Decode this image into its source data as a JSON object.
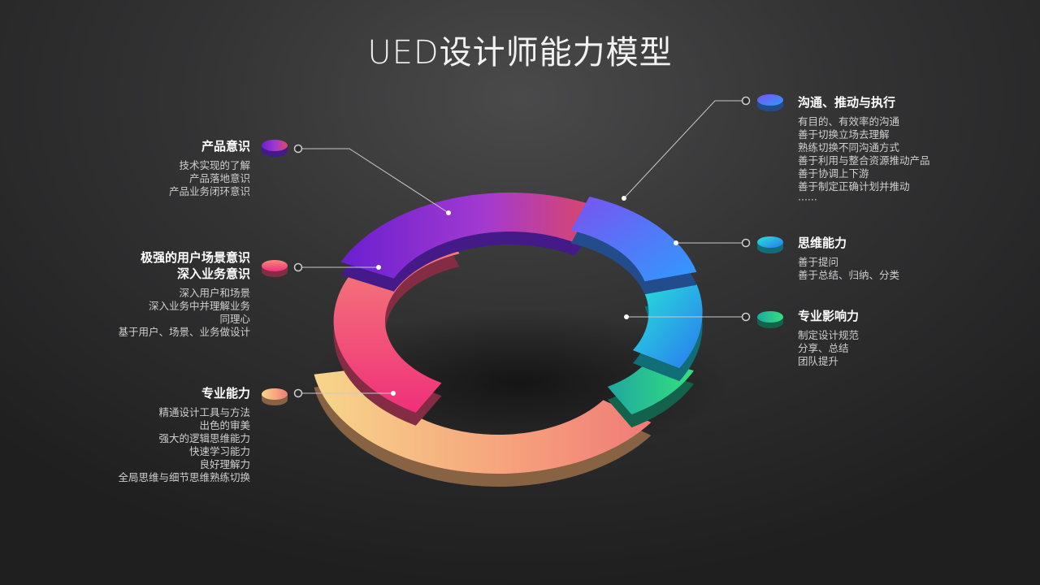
{
  "title": "UED设计师能力模型",
  "colors": {
    "purple": "#7b2ff7",
    "blue": "#3d8bfd",
    "cyan": "#1fc8d8",
    "teal": "#22b48a",
    "pink": "#f0507a",
    "orange": "#f5b27a",
    "bg": "#2b2b2c"
  },
  "segments": [
    {
      "key": "product",
      "heading": [
        "产品意识"
      ],
      "items": [
        "技术实现的了解",
        "产品落地意识",
        "产品业务闭环意识"
      ]
    },
    {
      "key": "user",
      "heading": [
        "极强的用户场景意识",
        "深入业务意识"
      ],
      "items": [
        "深入用户和场景",
        "深入业务中并理解业务",
        "同理心",
        "基于用户、场景、业务做设计"
      ]
    },
    {
      "key": "professional",
      "heading": [
        "专业能力"
      ],
      "items": [
        "精通设计工具与方法",
        "出色的审美",
        "强大的逻辑思维能力",
        "快速学习能力",
        "良好理解力",
        "全局思维与细节思维熟练切换"
      ]
    },
    {
      "key": "communication",
      "heading": [
        "沟通、推动与执行"
      ],
      "items": [
        "有目的、有效率的沟通",
        "善于切换立场去理解",
        "熟练切换不同沟通方式",
        "善于利用与整合资源推动产品",
        "善于协调上下游",
        "善于制定正确计划并推动",
        "······"
      ]
    },
    {
      "key": "thinking",
      "heading": [
        "思维能力"
      ],
      "items": [
        "善于提问",
        "善于总结、归纳、分类"
      ]
    },
    {
      "key": "influence",
      "heading": [
        "专业影响力"
      ],
      "items": [
        "制定设计规范",
        "分享、总结",
        "团队提升"
      ]
    }
  ]
}
